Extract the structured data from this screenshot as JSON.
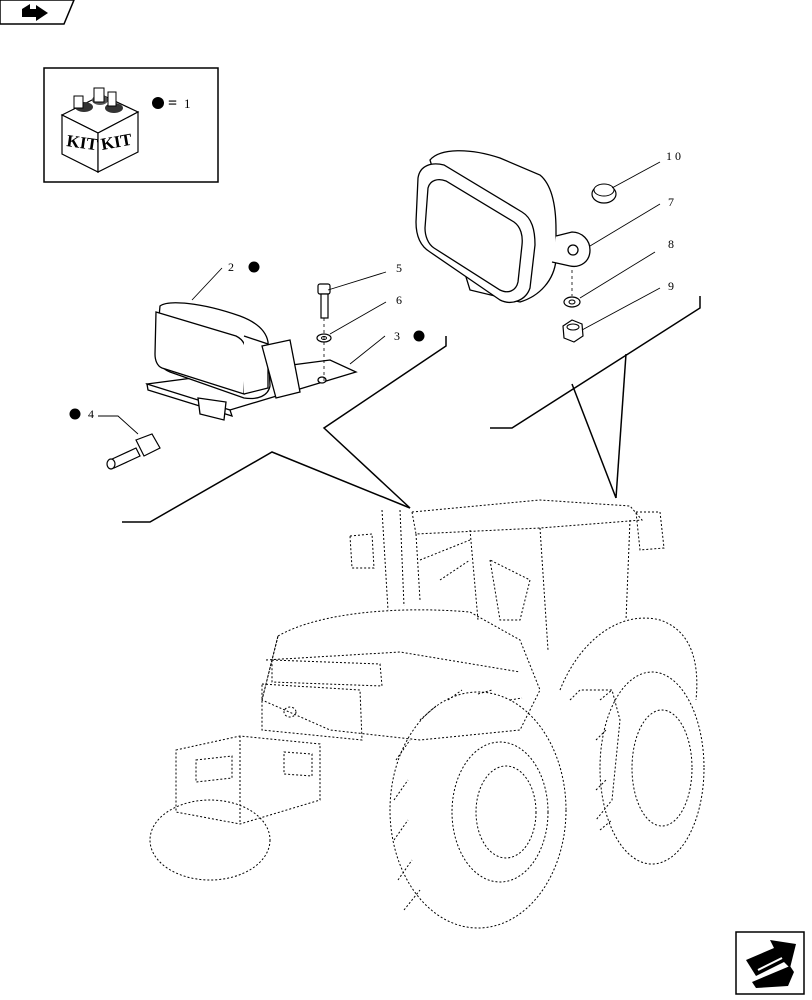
{
  "kit": {
    "label_left": "KIT",
    "label_right": "KIT",
    "equals": "=",
    "value": "1"
  },
  "callouts": {
    "c10": "10",
    "c7": "7",
    "c8": "8",
    "c9": "9",
    "c2": "2",
    "c5": "5",
    "c6": "6",
    "c3": "3",
    "c4": "4"
  },
  "icons": {
    "top_nav": "back-arrow-icon",
    "bottom_nav": "forward-arrow-icon"
  }
}
